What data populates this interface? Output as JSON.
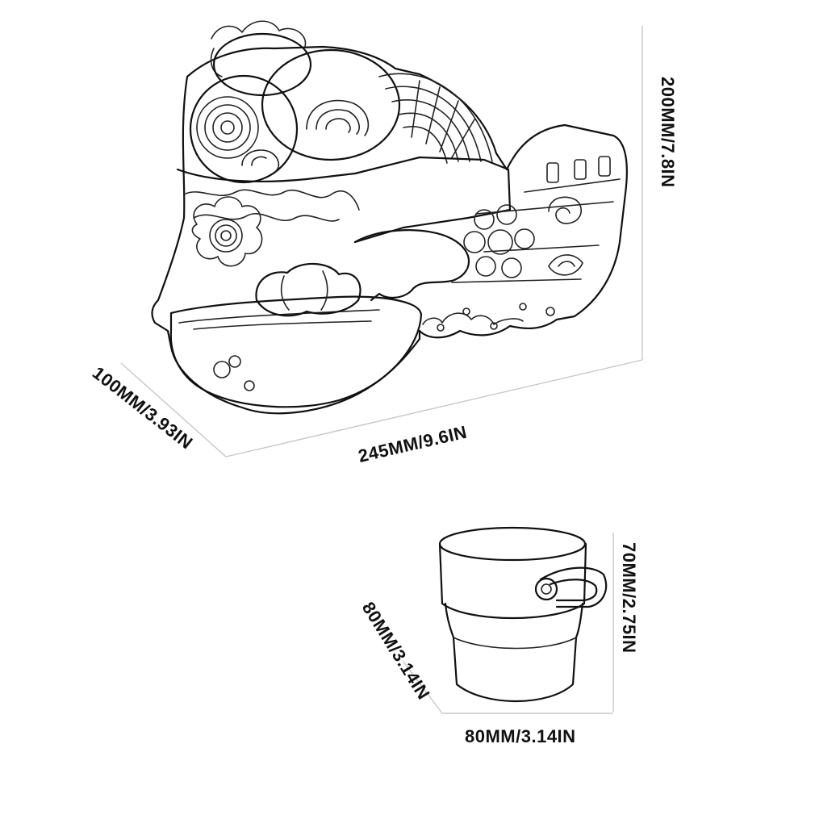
{
  "toy": {
    "height_label": "200MM/7.8IN",
    "width_label": "245MM/9.6IN",
    "depth_label": "100MM/3.93IN"
  },
  "bucket": {
    "height_label": "70MM/2.75IN",
    "width_label": "80MM/3.14IN",
    "depth_label": "80MM/3.14IN"
  }
}
